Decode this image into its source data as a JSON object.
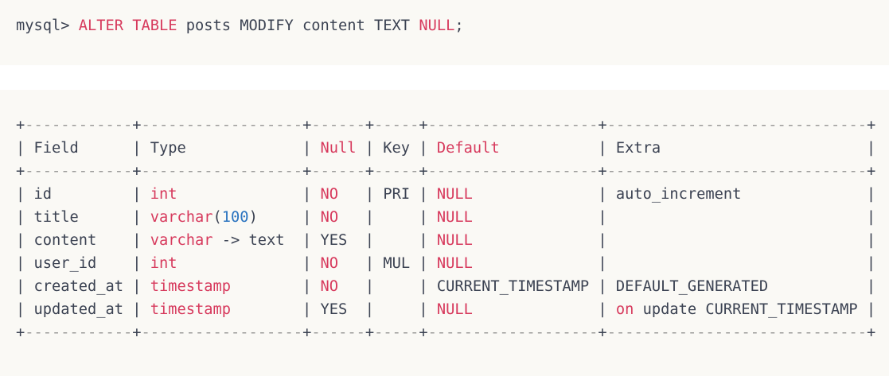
{
  "colors": {
    "page_bg": "#ffffff",
    "block_bg": "#faf9f5",
    "text": "#3b4252",
    "keyword": "#d73a5d",
    "number": "#2b74c0",
    "dash": "#9c9c9a"
  },
  "command_block": {
    "prompt": "mysql>",
    "command": "ALTER TABLE posts MODIFY content TEXT NULL;",
    "lines": [
      [
        {
          "t": "mysql> ",
          "c": "text"
        },
        {
          "t": "ALTER TABLE",
          "c": "keyword"
        },
        {
          "t": " posts MODIFY content TEXT ",
          "c": "text"
        },
        {
          "t": "NULL",
          "c": "keyword"
        },
        {
          "t": ";",
          "c": "text"
        }
      ]
    ]
  },
  "result_table": {
    "headers": [
      "Field",
      "Type",
      "Null",
      "Key",
      "Default",
      "Extra"
    ],
    "rows": [
      [
        "id",
        "int",
        "NO",
        "PRI",
        "NULL",
        "auto_increment"
      ],
      [
        "title",
        "varchar(100)",
        "NO",
        "",
        "NULL",
        ""
      ],
      [
        "content",
        "varchar -> text",
        "YES",
        "",
        "NULL",
        ""
      ],
      [
        "user_id",
        "int",
        "NO",
        "MUL",
        "NULL",
        ""
      ],
      [
        "created_at",
        "timestamp",
        "NO",
        "",
        "CURRENT_TIMESTAMP",
        "DEFAULT_GENERATED"
      ],
      [
        "updated_at",
        "timestamp",
        "YES",
        "",
        "NULL",
        "on update CURRENT_TIMESTAMP"
      ]
    ]
  },
  "result_block": {
    "lines": [
      [
        {
          "t": "+",
          "c": "text"
        },
        {
          "t": "------------",
          "c": "dash"
        },
        {
          "t": "+",
          "c": "text"
        },
        {
          "t": "------------------",
          "c": "dash"
        },
        {
          "t": "+",
          "c": "text"
        },
        {
          "t": "------",
          "c": "dash"
        },
        {
          "t": "+",
          "c": "text"
        },
        {
          "t": "-----",
          "c": "dash"
        },
        {
          "t": "+",
          "c": "text"
        },
        {
          "t": "-------------------",
          "c": "dash"
        },
        {
          "t": "+",
          "c": "text"
        },
        {
          "t": "-----------------------------",
          "c": "dash"
        },
        {
          "t": "+",
          "c": "text"
        }
      ],
      [
        {
          "t": "| Field      | Type             | ",
          "c": "text"
        },
        {
          "t": "Null",
          "c": "keyword"
        },
        {
          "t": " | Key | ",
          "c": "text"
        },
        {
          "t": "Default",
          "c": "keyword"
        },
        {
          "t": "           | Extra                       |",
          "c": "text"
        }
      ],
      [
        {
          "t": "+",
          "c": "text"
        },
        {
          "t": "------------",
          "c": "dash"
        },
        {
          "t": "+",
          "c": "text"
        },
        {
          "t": "------------------",
          "c": "dash"
        },
        {
          "t": "+",
          "c": "text"
        },
        {
          "t": "------",
          "c": "dash"
        },
        {
          "t": "+",
          "c": "text"
        },
        {
          "t": "-----",
          "c": "dash"
        },
        {
          "t": "+",
          "c": "text"
        },
        {
          "t": "-------------------",
          "c": "dash"
        },
        {
          "t": "+",
          "c": "text"
        },
        {
          "t": "-----------------------------",
          "c": "dash"
        },
        {
          "t": "+",
          "c": "text"
        }
      ],
      [
        {
          "t": "| id         | ",
          "c": "text"
        },
        {
          "t": "int",
          "c": "keyword"
        },
        {
          "t": "              | ",
          "c": "text"
        },
        {
          "t": "NO",
          "c": "keyword"
        },
        {
          "t": "   | PRI | ",
          "c": "text"
        },
        {
          "t": "NULL",
          "c": "keyword"
        },
        {
          "t": "              | auto_increment              |",
          "c": "text"
        }
      ],
      [
        {
          "t": "| title      | ",
          "c": "text"
        },
        {
          "t": "varchar",
          "c": "keyword"
        },
        {
          "t": "(",
          "c": "text"
        },
        {
          "t": "100",
          "c": "number"
        },
        {
          "t": ")",
          "c": "text"
        },
        {
          "t": "     | ",
          "c": "text"
        },
        {
          "t": "NO",
          "c": "keyword"
        },
        {
          "t": "   |     | ",
          "c": "text"
        },
        {
          "t": "NULL",
          "c": "keyword"
        },
        {
          "t": "              |                             |",
          "c": "text"
        }
      ],
      [
        {
          "t": "| content    | ",
          "c": "text"
        },
        {
          "t": "varchar",
          "c": "keyword"
        },
        {
          "t": " -> text  | YES  |     | ",
          "c": "text"
        },
        {
          "t": "NULL",
          "c": "keyword"
        },
        {
          "t": "              |                             |",
          "c": "text"
        }
      ],
      [
        {
          "t": "| user_id    | ",
          "c": "text"
        },
        {
          "t": "int",
          "c": "keyword"
        },
        {
          "t": "              | ",
          "c": "text"
        },
        {
          "t": "NO",
          "c": "keyword"
        },
        {
          "t": "   | MUL | ",
          "c": "text"
        },
        {
          "t": "NULL",
          "c": "keyword"
        },
        {
          "t": "              |                             |",
          "c": "text"
        }
      ],
      [
        {
          "t": "| created_at | ",
          "c": "text"
        },
        {
          "t": "timestamp",
          "c": "keyword"
        },
        {
          "t": "        | ",
          "c": "text"
        },
        {
          "t": "NO",
          "c": "keyword"
        },
        {
          "t": "   |     | CURRENT_TIMESTAMP | DEFAULT_GENERATED           |",
          "c": "text"
        }
      ],
      [
        {
          "t": "| updated_at | ",
          "c": "text"
        },
        {
          "t": "timestamp",
          "c": "keyword"
        },
        {
          "t": "        | YES  |     | ",
          "c": "text"
        },
        {
          "t": "NULL",
          "c": "keyword"
        },
        {
          "t": "              | ",
          "c": "text"
        },
        {
          "t": "on",
          "c": "keyword"
        },
        {
          "t": " update CURRENT_TIMESTAMP |",
          "c": "text"
        }
      ],
      [
        {
          "t": "+",
          "c": "text"
        },
        {
          "t": "------------",
          "c": "dash"
        },
        {
          "t": "+",
          "c": "text"
        },
        {
          "t": "------------------",
          "c": "dash"
        },
        {
          "t": "+",
          "c": "text"
        },
        {
          "t": "------",
          "c": "dash"
        },
        {
          "t": "+",
          "c": "text"
        },
        {
          "t": "-----",
          "c": "dash"
        },
        {
          "t": "+",
          "c": "text"
        },
        {
          "t": "-------------------",
          "c": "dash"
        },
        {
          "t": "+",
          "c": "text"
        },
        {
          "t": "-----------------------------",
          "c": "dash"
        },
        {
          "t": "+",
          "c": "text"
        }
      ]
    ]
  }
}
